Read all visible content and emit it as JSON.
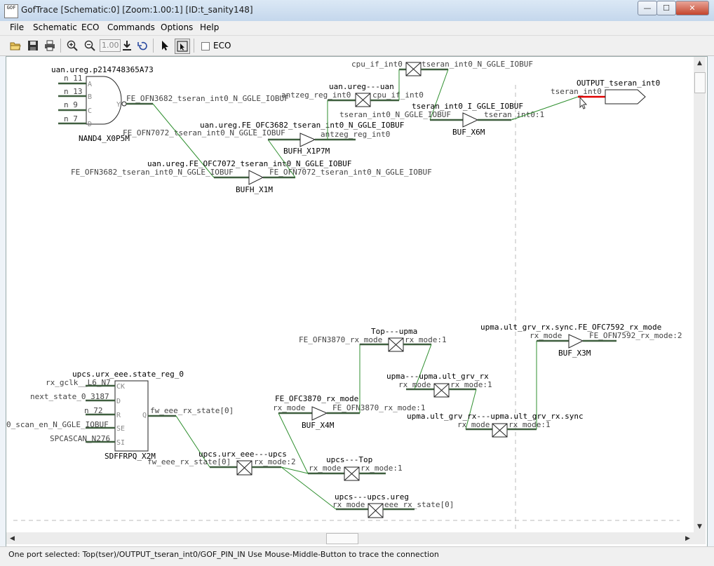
{
  "window": {
    "title": "GofTrace [Schematic:0] [Zoom:1.00:1] [ID:t_sanity148]",
    "app_icon_text": "GOF",
    "minimize": "—",
    "maximize": "☐",
    "close": "✕"
  },
  "menu": [
    "File",
    "Schematic",
    "ECO",
    "Commands",
    "Options",
    "Help"
  ],
  "toolbar": {
    "zoom_value": "1.00",
    "eco_label": "ECO",
    "eco_checked": false,
    "icons": [
      "open-folder-icon",
      "save-icon",
      "print-icon",
      "zoom-in-icon",
      "zoom-out-icon",
      "download-icon",
      "undo-icon",
      "select-arrow-icon",
      "trace-arrow-icon"
    ]
  },
  "colors": {
    "wire": "#3f5f3f",
    "wire_diag": "#2f8f2f",
    "text": "#444444",
    "selected_wire": "#e00000"
  },
  "schematic": {
    "cells": {
      "nand": {
        "inst": "uan.ureg.p214748365A73",
        "type": "NAND4_X0P5M",
        "pins": [
          "A",
          "B",
          "C",
          "D"
        ],
        "nets": [
          "n 11",
          "n 13",
          "n 9",
          "n 7"
        ],
        "out_pin": "Y"
      },
      "bufh_x1m": {
        "inst": "uan.ureg.FE_OFC7072_tseran_int0_N_GGLE_IOBUF",
        "type": "BUFH_X1M"
      },
      "bufh_x1p7m": {
        "inst": "uan.ureg.FE_OFC3682_tseran_int0_N_GGLE_IOBUF",
        "type": "BUFH_X1P7M"
      },
      "buf_x6m": {
        "inst": "tseran_int0_I_GGLE_IOBUF",
        "type": "BUF_X6M"
      },
      "dff": {
        "inst": "upcs.urx_eee.state_reg_0",
        "type": "SDFFRPQ_X2M",
        "pins": [
          "CK",
          "D",
          "R",
          "SE",
          "SI"
        ],
        "nets": [
          "rx_gclk__L6_N7",
          "next_state_0_3187",
          "n 72",
          "0_scan_en_N_GGLE_IOBUF",
          "SPCASCAN_N276"
        ],
        "out_pin": "Q"
      },
      "buf_x4m": {
        "inst": "FE_OFC3870_rx_mode",
        "type": "BUF_X4M"
      },
      "buf_x3m": {
        "inst": "upma.ult_grv_rx.sync.FE_OFC7592_rx_mode",
        "type": "BUF_X3M"
      }
    },
    "hier": {
      "cpu_if": {
        "left": "cpu_if_int0",
        "right": "tseran_int0_N_GGLE_IOBUF"
      },
      "uan": {
        "name": "uan.ureg---uan",
        "left": "antzeg_reg_int0",
        "right": "cpu_if_int0"
      },
      "urx_upcs": {
        "name": "upcs.urx_eee---upcs",
        "left": "fw_eee_rx_state[0]",
        "right": "rx_mode:2"
      },
      "top_upma": {
        "name": "Top---upma",
        "left": "FE_OFN3870_rx_mode",
        "right": "rx_mode:1"
      },
      "upma_ult": {
        "name": "upma---upma.ult_grv_rx",
        "left": "rx_mode",
        "right": "rx_mode:1"
      },
      "ult_sync": {
        "name": "upma.ult_grv_rx---upma.ult_grv_rx.sync",
        "left": "rx_mode",
        "right": "rx_mode:1"
      },
      "upcs_top": {
        "name": "upcs---Top",
        "left": "rx_mode",
        "right": "rx_mode:1"
      },
      "upcs_ureg": {
        "name": "upcs---upcs.ureg",
        "left": "rx_mode",
        "right": "eee_rx_state[0]"
      }
    },
    "nets": {
      "fe_ofn3682_out": "FE_OFN3682_tseran_int0_N_GGLE_IOBUF",
      "fe_ofn7072_a": "FE_OFN7072_tseran_int0_N_GGLE_IOBUF",
      "fe_ofn3682_in": "FE_OFN3682_tseran_int0_N_GGLE_IOBUF",
      "fe_ofn7072_b": "FE_OFN7072_tseran_int0_N_GGLE_IOBUF",
      "antzeg_out": "antzeg_reg_int0",
      "buf6_in": "tseran_int0_N_GGLE_IOBUF",
      "buf6_out": "tseran_int0:1",
      "fw_state": "fw_eee_rx_state[0]",
      "buf4_in": "rx_mode",
      "buf4_out": "FE_OFN3870_rx_mode:1",
      "buf3_in": "rx_mode",
      "buf3_out": "FE_OFN7592_rx_mode:2"
    },
    "port": {
      "name": "OUTPUT_tseran_int0",
      "net": "tseran_int0"
    }
  },
  "status": {
    "text": "One port selected: Top(tser)/OUTPUT_tseran_int0/GOF_PIN_IN   Use Mouse-Middle-Button to trace the connection"
  }
}
